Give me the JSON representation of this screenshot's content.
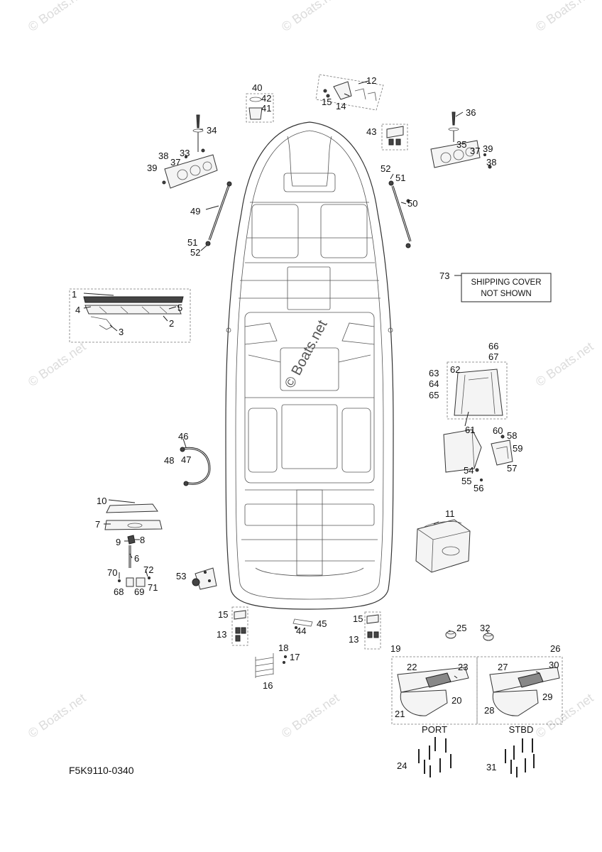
{
  "watermark": "© Boats.net",
  "diagram_code": "F5K9110-0340",
  "shipping_note": {
    "number": "73",
    "line1": "SHIPPING COVER",
    "line2": "NOT SHOWN"
  },
  "side_labels": {
    "port": "PORT",
    "stbd": "STBD"
  },
  "callouts": {
    "n1": "1",
    "n2": "2",
    "n3": "3",
    "n4": "4",
    "n5": "5",
    "n6": "6",
    "n7": "7",
    "n8": "8",
    "n9": "9",
    "n10": "10",
    "n11": "11",
    "n12": "12",
    "n13a": "13",
    "n13b": "13",
    "n14": "14",
    "n15a": "15",
    "n15b": "15",
    "n15c": "15",
    "n16": "16",
    "n17": "17",
    "n18": "18",
    "n19": "19",
    "n20": "20",
    "n21": "21",
    "n22": "22",
    "n23": "23",
    "n24": "24",
    "n25": "25",
    "n26": "26",
    "n27": "27",
    "n28": "28",
    "n29": "29",
    "n30": "30",
    "n31": "31",
    "n32": "32",
    "n33": "33",
    "n34": "34",
    "n35": "35",
    "n36": "36",
    "n37a": "37",
    "n37b": "37",
    "n38a": "38",
    "n38b": "38",
    "n39a": "39",
    "n39b": "39",
    "n40": "40",
    "n41": "41",
    "n42": "42",
    "n43": "43",
    "n44": "44",
    "n45": "45",
    "n46": "46",
    "n47": "47",
    "n48": "48",
    "n49": "49",
    "n50": "50",
    "n51a": "51",
    "n51b": "51",
    "n52a": "52",
    "n52b": "52",
    "n53": "53",
    "n54": "54",
    "n55": "55",
    "n56": "56",
    "n57": "57",
    "n58": "58",
    "n59": "59",
    "n60": "60",
    "n61": "61",
    "n62": "62",
    "n63": "63",
    "n64": "64",
    "n65": "65",
    "n66": "66",
    "n67": "67",
    "n68": "68",
    "n69": "69",
    "n70": "70",
    "n71": "71",
    "n72": "72"
  }
}
